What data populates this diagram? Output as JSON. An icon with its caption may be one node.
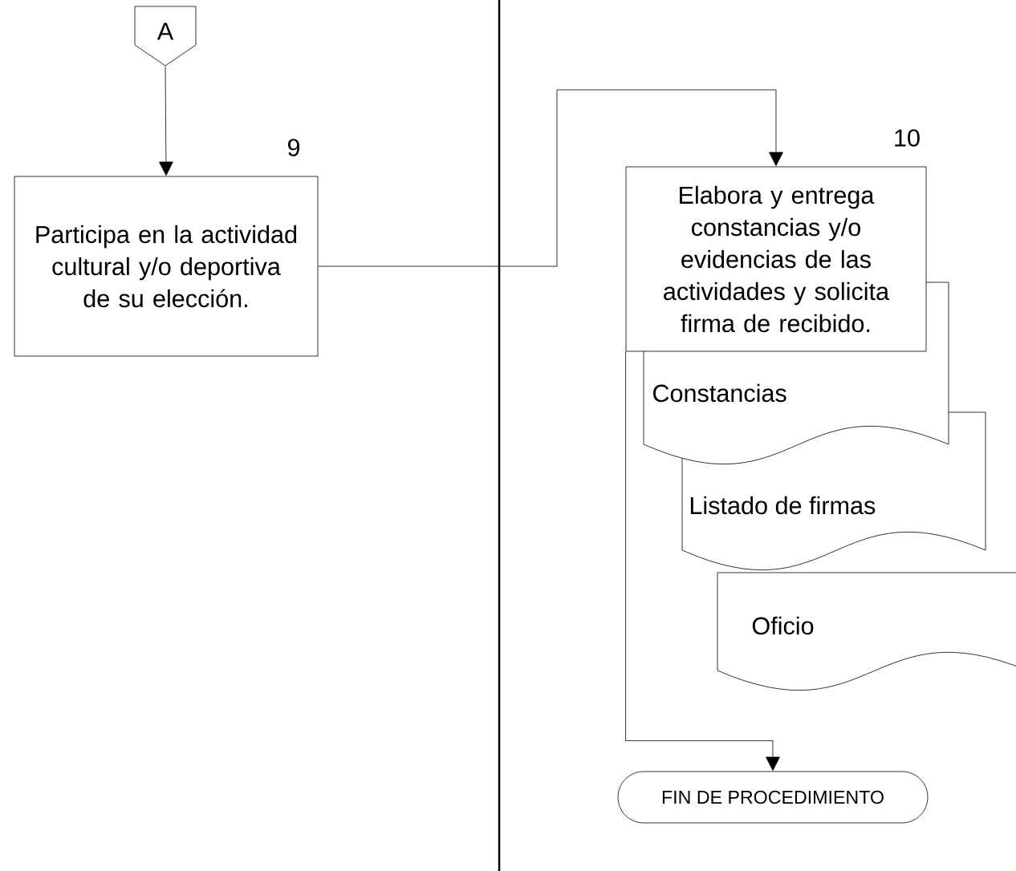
{
  "diagram": {
    "nodes": [
      {
        "text": [
          "A"
        ]
      },
      {
        "text": [
          "Participa en la actividad cultural y/o deportiva de su elección."
        ],
        "beside": [
          "9"
        ]
      },
      {
        "text": [
          "Elabora y entrega constancias y/o evidencias de las actividades y solicita firma de recibido."
        ],
        "beside": [
          "10"
        ]
      },
      {
        "text": [
          "Constancias"
        ]
      },
      {
        "text": [
          "Listado de firmas"
        ]
      },
      {
        "text": [
          "Oficio"
        ]
      },
      {
        "text": [
          "FIN DE PROCEDIMIENTO"
        ]
      }
    ],
    "edges": [
      {
        "from": 0,
        "to": 1,
        "arrow": "to"
      },
      {
        "from": 1,
        "to": 2,
        "arrow": "to"
      },
      {
        "from": 2,
        "to": 6,
        "arrow": "to"
      }
    ]
  }
}
